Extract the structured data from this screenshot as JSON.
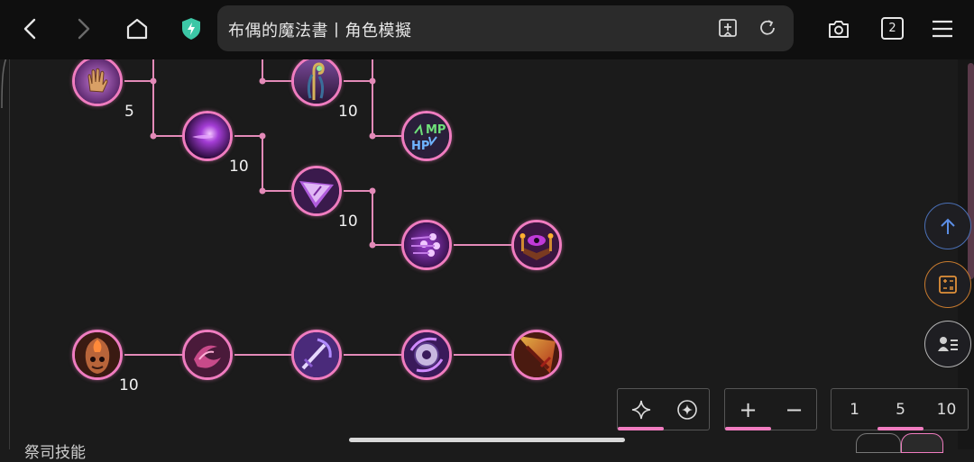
{
  "browser": {
    "title": "布偶的魔法書丨角色模擬",
    "tab_count": "2",
    "icons": [
      "back-icon",
      "forward-icon",
      "home-icon",
      "shield-icon",
      "add-bookmark-icon",
      "refresh-icon",
      "camera-icon",
      "tabs-icon",
      "menu-icon"
    ]
  },
  "skill_tree": {
    "levels": {
      "hand": "5",
      "staff": "10",
      "orb": "10",
      "arrow": "10",
      "demon": "10"
    },
    "top_partial_labels": [
      "5",
      "10",
      "10"
    ]
  },
  "side_buttons": {
    "up": "arrow-up-icon",
    "calc": "calculator-icon",
    "profile": "profile-card-icon"
  },
  "controls": {
    "mode": [
      "sparkle-icon",
      "target-icon"
    ],
    "zoom": [
      "+",
      "−"
    ],
    "step": [
      "1",
      "5",
      "10"
    ],
    "step_selected": "5"
  },
  "footer": {
    "section_label": "祭司技能"
  },
  "colors": {
    "accent": "#f07cc0",
    "up_ring": "#4a6fb5",
    "calc_ring": "#c77a2e",
    "profile_ring": "#b5b5b5"
  }
}
